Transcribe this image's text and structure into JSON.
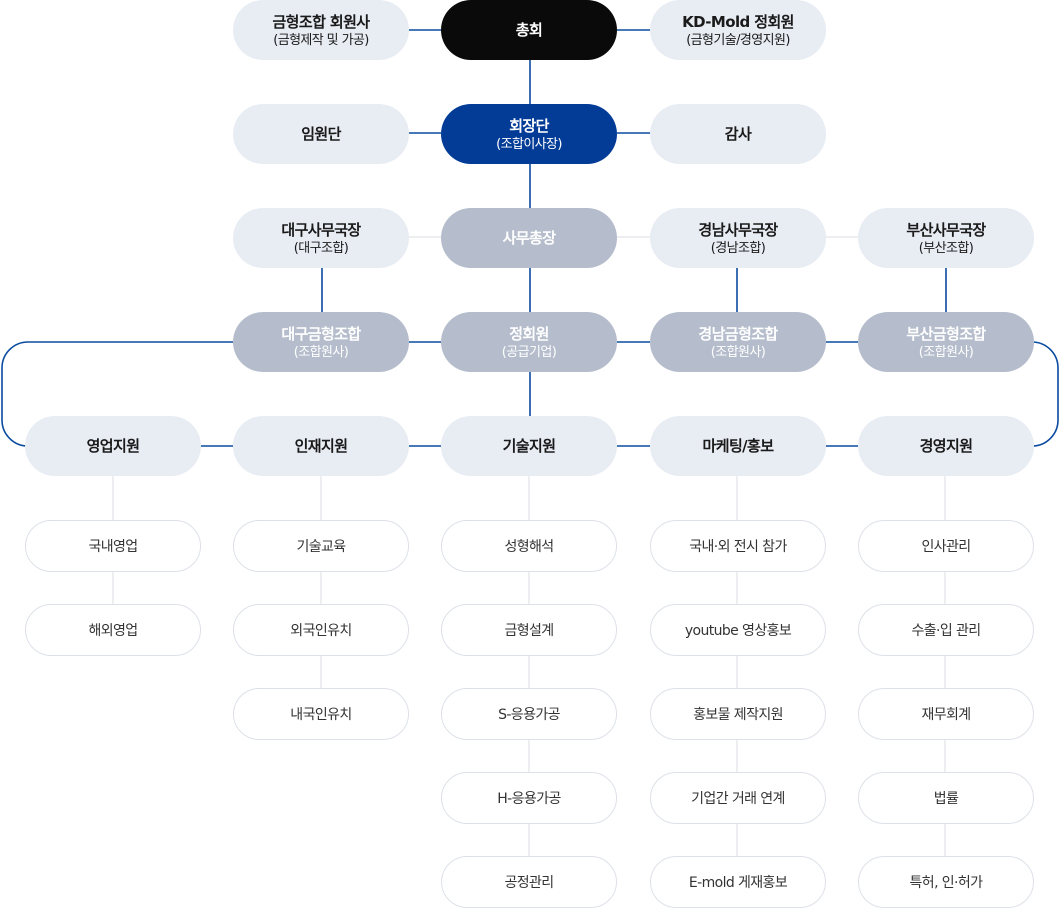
{
  "colors": {
    "accent_blue": "#033c97",
    "black": "#0a0a0a",
    "gray": "#b5bdcc",
    "light": "#e8ecf3",
    "line_blue": "#0a4b9f",
    "line_gray": "#d8dce3"
  },
  "nodes": {
    "general_meeting": {
      "title": "총회",
      "sub": ""
    },
    "member_companies": {
      "title": "금형조합 회원사",
      "sub": "(금형제작 및 가공)"
    },
    "kd_mold_members": {
      "title": "KD-Mold 정회원",
      "sub": "(금형기술/경영지원)"
    },
    "executives": {
      "title": "임원단",
      "sub": ""
    },
    "chairman": {
      "title": "회장단",
      "sub": "(조합이사장)"
    },
    "audit": {
      "title": "감사",
      "sub": ""
    },
    "daegu_office": {
      "title": "대구사무국장",
      "sub": "(대구조합)"
    },
    "secretary_general": {
      "title": "사무총장",
      "sub": ""
    },
    "gyeongnam_office": {
      "title": "경남사무국장",
      "sub": "(경남조합)"
    },
    "busan_office": {
      "title": "부산사무국장",
      "sub": "(부산조합)"
    },
    "daegu_union": {
      "title": "대구금형조합",
      "sub": "(조합원사)"
    },
    "regular_members": {
      "title": "정회원",
      "sub": "(공급기업)"
    },
    "gyeongnam_union": {
      "title": "경남금형조합",
      "sub": "(조합원사)"
    },
    "busan_union": {
      "title": "부산금형조합",
      "sub": "(조합원사)"
    },
    "sales_support": {
      "title": "영업지원",
      "sub": ""
    },
    "hr_support": {
      "title": "인재지원",
      "sub": ""
    },
    "tech_support": {
      "title": "기술지원",
      "sub": ""
    },
    "marketing": {
      "title": "마케팅/홍보",
      "sub": ""
    },
    "management_support": {
      "title": "경영지원",
      "sub": ""
    }
  },
  "leaves": {
    "sales": [
      "국내영업",
      "해외영업"
    ],
    "hr": [
      "기술교육",
      "외국인유치",
      "내국인유치"
    ],
    "tech": [
      "성형해석",
      "금형설계",
      "S-응용가공",
      "H-응용가공",
      "공정관리"
    ],
    "marketing": [
      "국내·외 전시 참가",
      "youtube 영상홍보",
      "홍보물 제작지원",
      "기업간 거래 연계",
      "E-mold 게재홍보"
    ],
    "management": [
      "인사관리",
      "수출·입 관리",
      "재무회계",
      "법률",
      "특허, 인·허가"
    ]
  }
}
